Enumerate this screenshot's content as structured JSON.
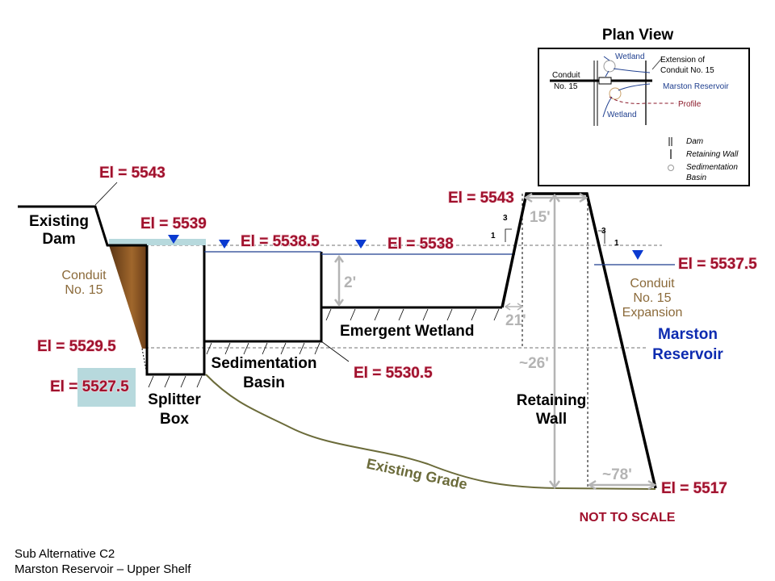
{
  "plan_view": {
    "title": "Plan View",
    "wetland_top": "Wetland",
    "wetland_bottom": "Wetland",
    "conduit_line1": "Conduit",
    "conduit_line2": "No. 15",
    "extension_line1": "Extension of",
    "extension_line2": "Conduit No. 15",
    "reservoir": "Marston Reservoir",
    "profile": "Profile",
    "legend": [
      {
        "symbol": "||",
        "label": "Dam"
      },
      {
        "symbol": "|",
        "label": "Retaining Wall"
      },
      {
        "symbol": "o",
        "label": "Sedimentation"
      },
      {
        "symbol": "",
        "label": "Basin"
      }
    ]
  },
  "elevations": {
    "dam_crest": "El = 5543",
    "splitter_top": "El = 5539",
    "sed_water": "El = 5538.5",
    "wetland_water": "El = 5538",
    "wall_crest": "El = 5543",
    "reservoir_water": "El = 5537.5",
    "conduit_invert": "El = 5529.5",
    "splitter_bottom": "El = 5527.5",
    "sed_bottom": "El = 5530.5",
    "wall_base": "El = 5517"
  },
  "labels": {
    "existing_dam_1": "Existing",
    "existing_dam_2": "Dam",
    "conduit_1": "Conduit",
    "conduit_2": "No. 15",
    "splitter_1": "Splitter",
    "splitter_2": "Box",
    "sed_1": "Sedimentation",
    "sed_2": "Basin",
    "wetland": "Emergent Wetland",
    "retaining_1": "Retaining",
    "retaining_2": "Wall",
    "expansion_1": "Conduit",
    "expansion_2": "No. 15",
    "expansion_3": "Expansion",
    "reservoir_1": "Marston",
    "reservoir_2": "Reservoir",
    "existing_grade": "Existing Grade",
    "not_to_scale": "NOT TO SCALE"
  },
  "dimensions": {
    "wetland_depth": "2'",
    "crest_width": "15'",
    "bench": "21'",
    "wall_height": "~26'",
    "base_width": "~78'",
    "slope_left_v": "3",
    "slope_left_h": "1",
    "slope_right_v": "3",
    "slope_right_h": "1"
  },
  "footer": {
    "line1": "Sub Alternative C2",
    "line2": "Marston Reservoir – Upper Shelf"
  },
  "colors": {
    "elevation_text": "#a0102c",
    "water": "#1f3f8f",
    "water_marker": "#0a3ad0",
    "grade": "#6b6b3a",
    "conduit": "#8b5a2b",
    "highlight": "#b7d9dd"
  }
}
